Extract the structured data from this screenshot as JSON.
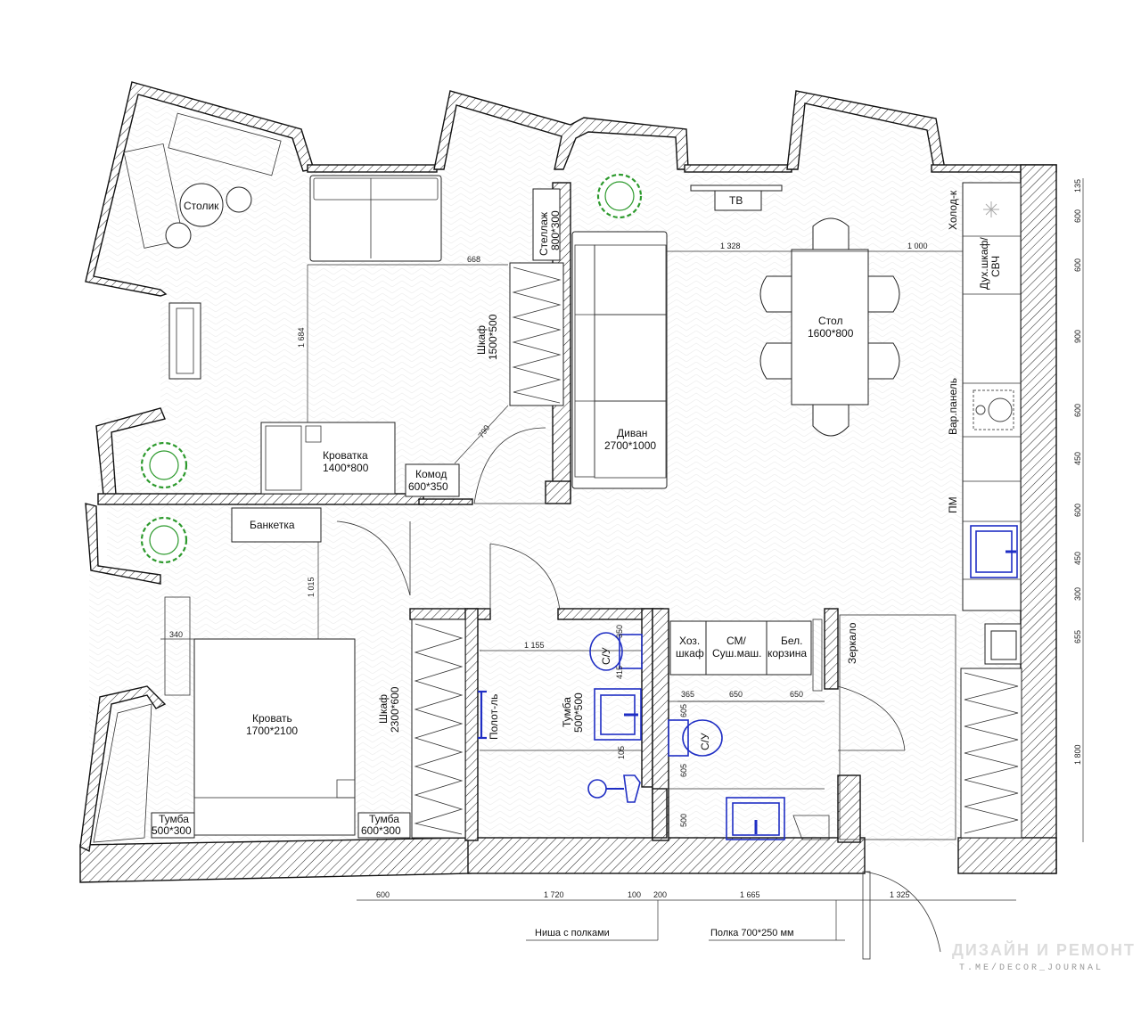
{
  "furniture": {
    "table_small": "Столик",
    "tv": "ТВ",
    "shelf_rack": [
      "Стеллаж",
      "800*300"
    ],
    "wardrobe_living": [
      "Шкаф",
      "1500*500"
    ],
    "sofa": [
      "Диван",
      "2700*1000"
    ],
    "dining_table": [
      "Стол",
      "1600*800"
    ],
    "crib": [
      "Кроватка",
      "1400*800"
    ],
    "dresser": [
      "Комод",
      "600*350"
    ],
    "bench": "Банкетка",
    "bed": [
      "Кровать",
      "1700*2100"
    ],
    "nightstand_left": [
      "Тумба",
      "500*300"
    ],
    "nightstand_right": [
      "Тумба",
      "600*300"
    ],
    "wardrobe_bedroom": [
      "Шкаф",
      "2300*600"
    ],
    "towel_rail": "Полот-ль",
    "vanity": [
      "Тумба",
      "500*500"
    ],
    "wc1": "С/У",
    "wc2": "С/У",
    "utility_closet": [
      "Хоз.",
      "шкаф"
    ],
    "washer": [
      "СМ/",
      "Суш.маш."
    ],
    "laundry_basket": [
      "Бел.",
      "корзина"
    ],
    "mirror": "Зеркало"
  },
  "kitchen": {
    "fridge": "Холод-к",
    "oven": [
      "Дух.шкаф/",
      "СВЧ"
    ],
    "hob": "Вар.панель",
    "dishwasher": "ПМ"
  },
  "dimensions": {
    "d668": "668",
    "d1328": "1 328",
    "d1000": "1 000",
    "d1684": "1 684",
    "d790": "790",
    "d1015": "1 015",
    "d340": "340",
    "d1155": "1 155",
    "d350": "350",
    "d415": "415",
    "d105": "105",
    "d365": "365",
    "d650a": "650",
    "d650b": "650",
    "d605a": "605",
    "d605b": "605",
    "d500": "500",
    "bottom": [
      "600",
      "1 720",
      "100",
      "200",
      "1 665",
      "1 325"
    ],
    "right": [
      "135",
      "600",
      "600",
      "900",
      "600",
      "450",
      "600",
      "450",
      "300",
      "655",
      "1 800"
    ]
  },
  "notes": {
    "niche": "Ниша с полками",
    "shelf": "Полка 700*250 мм"
  },
  "watermark": {
    "title": "ДИЗАЙН И РЕМОНТ",
    "handle": "T.ME/DECOR_JOURNAL"
  }
}
